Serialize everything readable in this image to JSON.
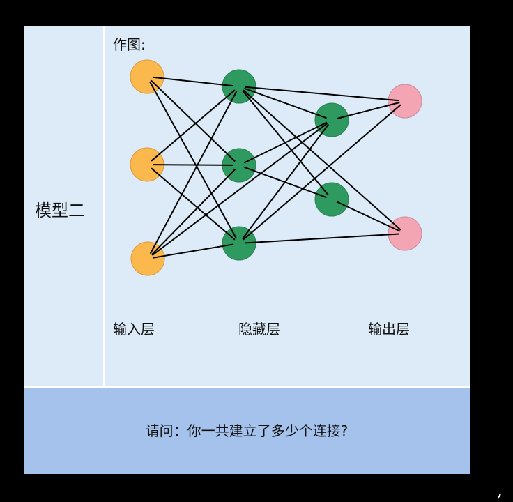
{
  "model_label": "模型二",
  "draw_label": "作图:",
  "layers": {
    "input_label": "输入层",
    "hidden_label": "隐藏层",
    "output_label": "输出层"
  },
  "question": "请问：你一共建立了多少个连接?",
  "trail_mark": ",",
  "colors": {
    "input_node": "#fbb84d",
    "hidden_node": "#2f9a5f",
    "output_node": "#f4a5b4",
    "panel_bg": "#dcebf7",
    "question_bg": "#a4c2ec",
    "edge": "#000000"
  }
}
